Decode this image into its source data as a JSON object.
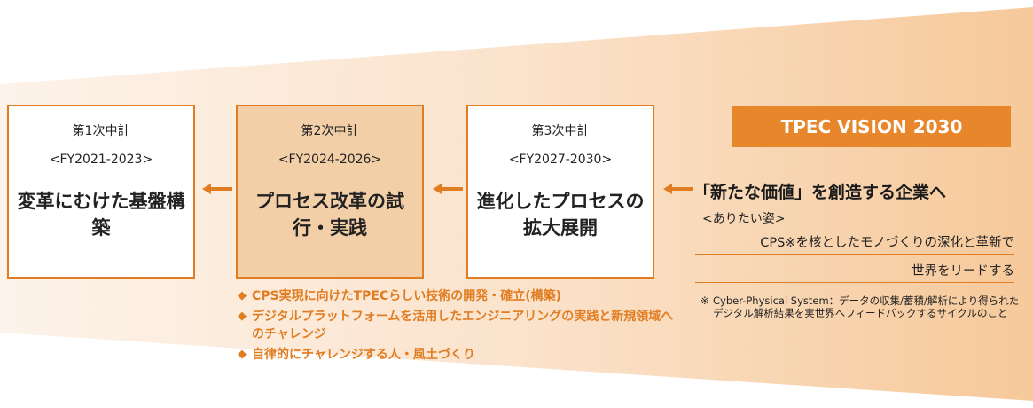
{
  "colors": {
    "accent": "#e07d22",
    "active_fill": "#f3cfa8",
    "badge": "#e8862b"
  },
  "boxes": [
    {
      "plan": "第1次中計",
      "period": "<FY2021-2023>",
      "title": "変革にむけた基盤構築",
      "active": false
    },
    {
      "plan": "第2次中計",
      "period": "<FY2024-2026>",
      "title": "プロセス改革の試行・実践",
      "active": true
    },
    {
      "plan": "第3次中計",
      "period": "<FY2027-2030>",
      "title": "進化したプロセスの拡大展開",
      "active": false
    }
  ],
  "vision": {
    "badge": "TPEC VISION 2030",
    "headline": "「新たな価値」を創造する企業へ",
    "aspiration_label": "<ありたい姿>",
    "aspiration_line1": "CPS※を核としたモノづくりの深化と革新で",
    "aspiration_line2": "世界をリードする",
    "footnote_mark": "※",
    "footnote": "Cyber-Physical System：データの収集/蓄積/解析により得られたデジタル解析結果を実世界へフィードバックするサイクルのこと"
  },
  "bullets": {
    "mark": "◆",
    "items": [
      "CPS実現に向けたTPECらしい技術の開発・確立(構築)",
      "デジタルプラットフォームを活用したエンジニアリングの実践と新規領域へのチャレンジ",
      "自律的にチャレンジする人・風土づくり"
    ]
  }
}
